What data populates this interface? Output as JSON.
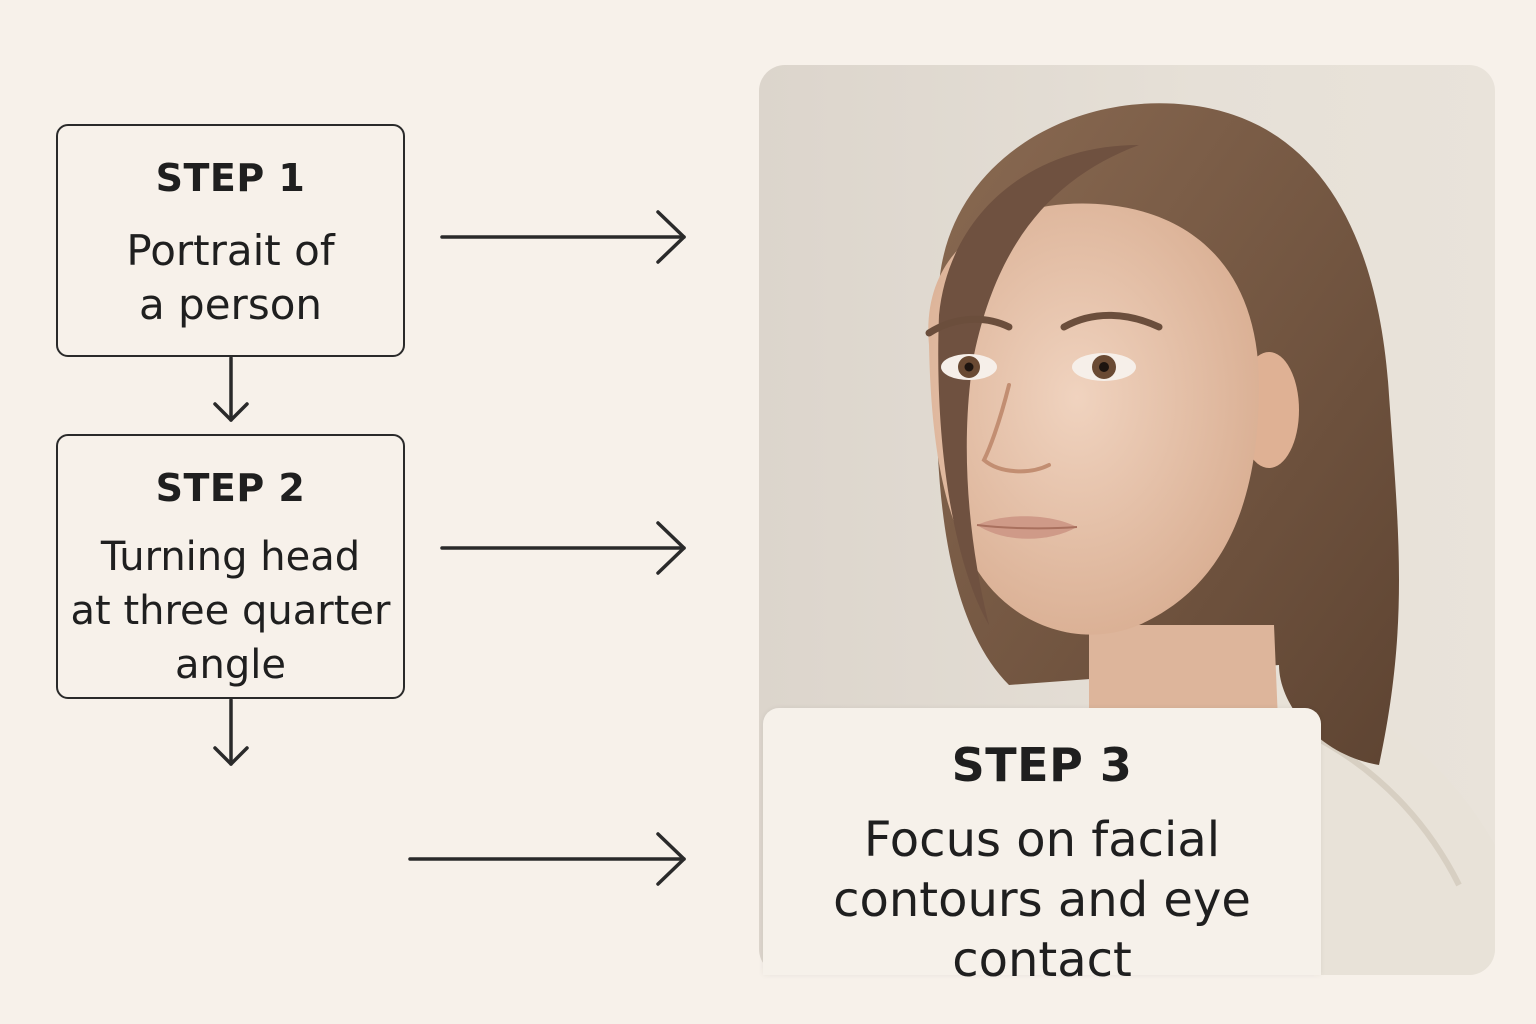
{
  "steps": [
    {
      "title": "STEP 1",
      "lines": [
        "Portrait of",
        "a person"
      ]
    },
    {
      "title": "STEP 2",
      "lines": [
        "Turning head",
        "at three quarter",
        "angle"
      ]
    },
    {
      "title": "STEP 3",
      "lines": [
        "Focus on facial",
        "contours and eye",
        "contact"
      ]
    }
  ],
  "colors": {
    "background": "#f7f1ea",
    "stroke": "#2a2a2a",
    "text": "#1f1f1f",
    "card": "#f6f1ea"
  },
  "image": {
    "subject": "portrait-photo"
  }
}
